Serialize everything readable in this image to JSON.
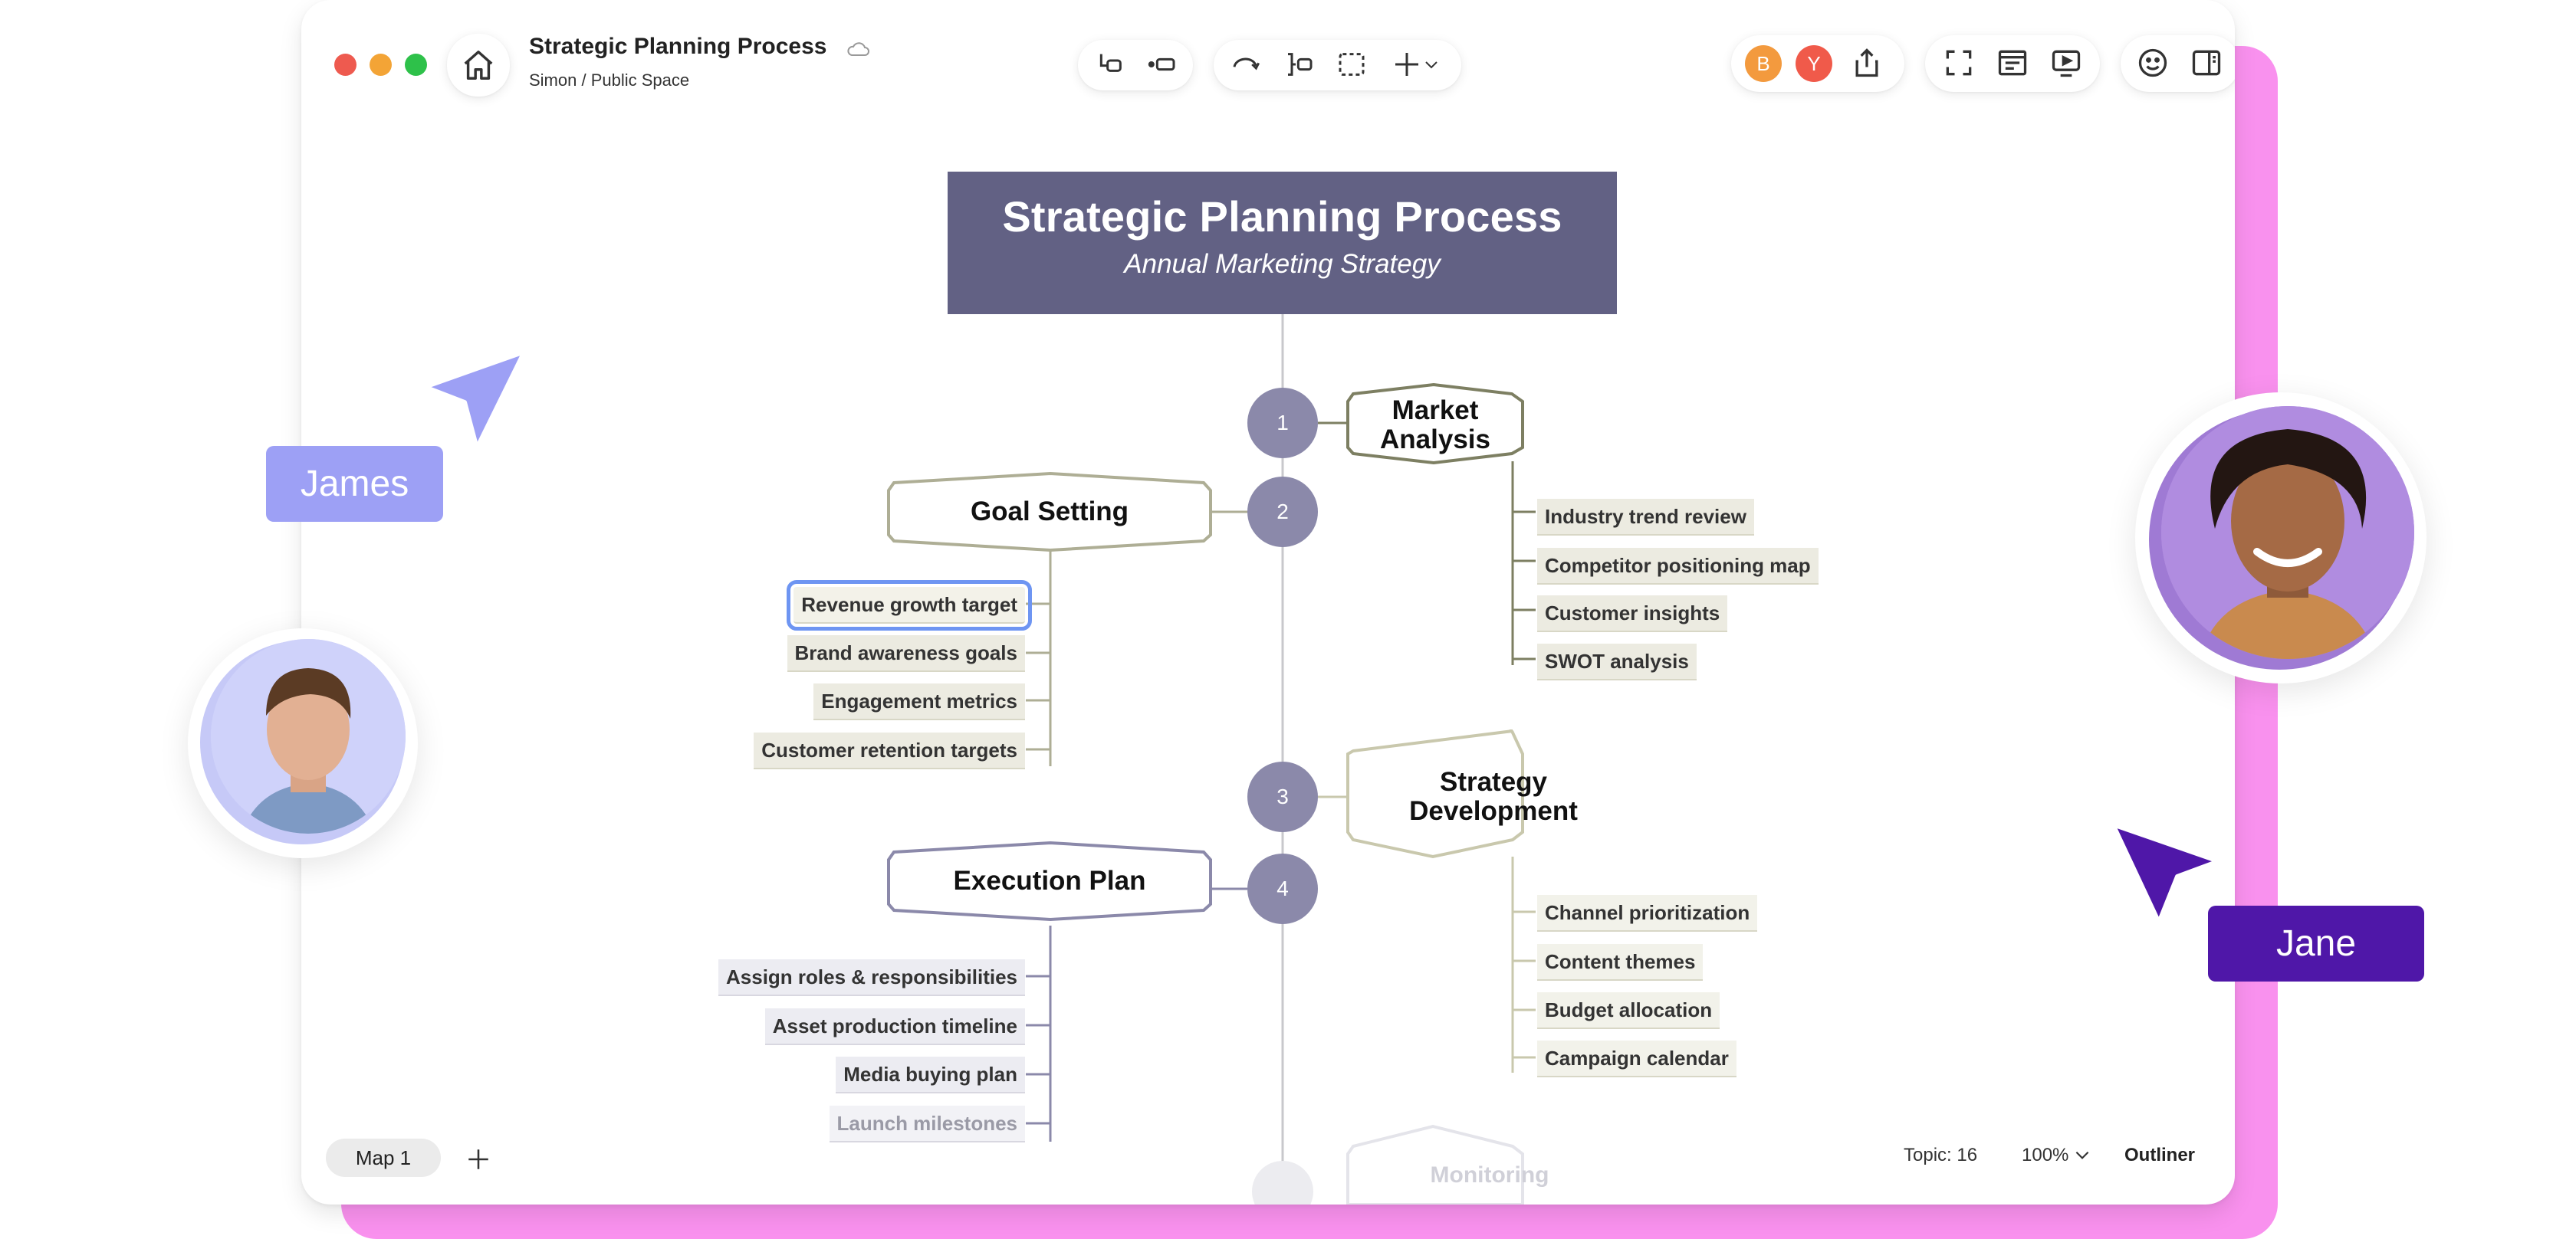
{
  "window": {
    "title": "Strategic Planning Process",
    "breadcrumb": "Simon / Public Space"
  },
  "collaborators": [
    {
      "initial": "B",
      "color": "#f39a3e"
    },
    {
      "initial": "Y",
      "color": "#f05a4a"
    }
  ],
  "map": {
    "title": "Strategic Planning Process",
    "subtitle": "Annual Marketing Strategy",
    "branches": [
      {
        "number": "1",
        "label": "Market Analysis",
        "subtopics": [
          "Industry trend review",
          "Competitor positioning map",
          "Customer insights",
          "SWOT analysis"
        ]
      },
      {
        "number": "2",
        "label": "Goal Setting",
        "subtopics": [
          "Revenue growth target",
          "Brand awareness goals",
          "Engagement metrics",
          "Customer retention targets"
        ]
      },
      {
        "number": "3",
        "label": "Strategy Development",
        "subtopics": [
          "Channel prioritization",
          "Content themes",
          "Budget allocation",
          "Campaign calendar"
        ]
      },
      {
        "number": "4",
        "label": "Execution Plan",
        "subtopics": [
          "Assign roles & responsibilities",
          "Asset production timeline",
          "Media buying plan",
          "Launch milestones"
        ]
      }
    ],
    "next_branch": "Monitoring"
  },
  "users": {
    "left": "James",
    "right": "Jane"
  },
  "colors": {
    "james": "#9da0f5",
    "jane": "#4f17a8",
    "accent_pink": "#f991ee",
    "header_fill": "#626184"
  },
  "footer": {
    "tab": "Map 1",
    "topic_count": "Topic: 16",
    "zoom": "100%",
    "outliner": "Outliner"
  }
}
